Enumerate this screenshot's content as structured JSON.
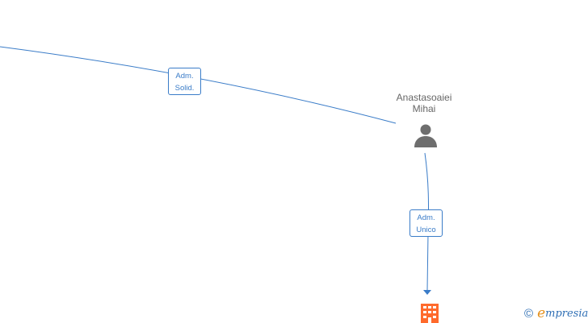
{
  "person": {
    "name_line1": "Anastasoaiei",
    "name_line2": "Mihai",
    "icon": "person-icon"
  },
  "company": {
    "icon": "building-icon",
    "color": "#ff6a2c"
  },
  "edges": [
    {
      "label_line1": "Adm.",
      "label_line2": "Solid."
    },
    {
      "label_line1": "Adm.",
      "label_line2": "Unico"
    }
  ],
  "colors": {
    "edge": "#3a7cc8",
    "person_icon": "#6e6e6e",
    "name_text": "#666666"
  },
  "watermark": {
    "copyright_symbol": "©",
    "brand_initial": "e",
    "brand_rest": "mpresia"
  }
}
